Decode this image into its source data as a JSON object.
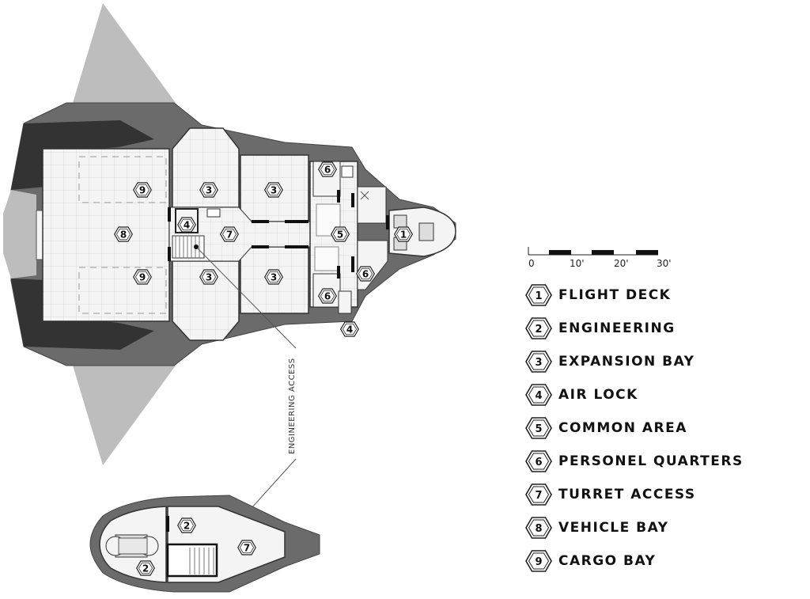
{
  "colors": {
    "hull_dark": "#3a3a3a",
    "hull_mid": "#6b6b6b",
    "wing_light": "#bdbdbd",
    "floor": "#f3f3f3",
    "grid": "#d6d6d6",
    "ink": "#111111"
  },
  "scale": {
    "ticks": [
      "0",
      "10'",
      "20'",
      "30'"
    ]
  },
  "annotation": {
    "engineering_access": "ENGINEERING ACCESS"
  },
  "plan_labels": {
    "flight_deck": "1",
    "engineering_1": "2",
    "engineering_2": "2",
    "expansion_top_left": "3",
    "expansion_top_right": "3",
    "expansion_bottom_left": "3",
    "expansion_bottom_right": "3",
    "airlock_inner": "4",
    "airlock_outer": "4",
    "common_area": "5",
    "quarters_top": "6",
    "quarters_bottom": "6",
    "quarters_right": "6",
    "turret_main": "7",
    "turret_lower": "7",
    "vehicle_bay": "8",
    "cargo_top": "9",
    "cargo_bottom": "9"
  },
  "legend": [
    {
      "num": "1",
      "label": "FLIGHT DECK"
    },
    {
      "num": "2",
      "label": "ENGINEERING"
    },
    {
      "num": "3",
      "label": "EXPANSION BAY"
    },
    {
      "num": "4",
      "label": "AIR LOCK"
    },
    {
      "num": "5",
      "label": "COMMON AREA"
    },
    {
      "num": "6",
      "label": "PERSONEL  QUARTERS"
    },
    {
      "num": "7",
      "label": "TURRET ACCESS"
    },
    {
      "num": "8",
      "label": "VEHICLE BAY"
    },
    {
      "num": "9",
      "label": "CARGO BAY"
    }
  ]
}
